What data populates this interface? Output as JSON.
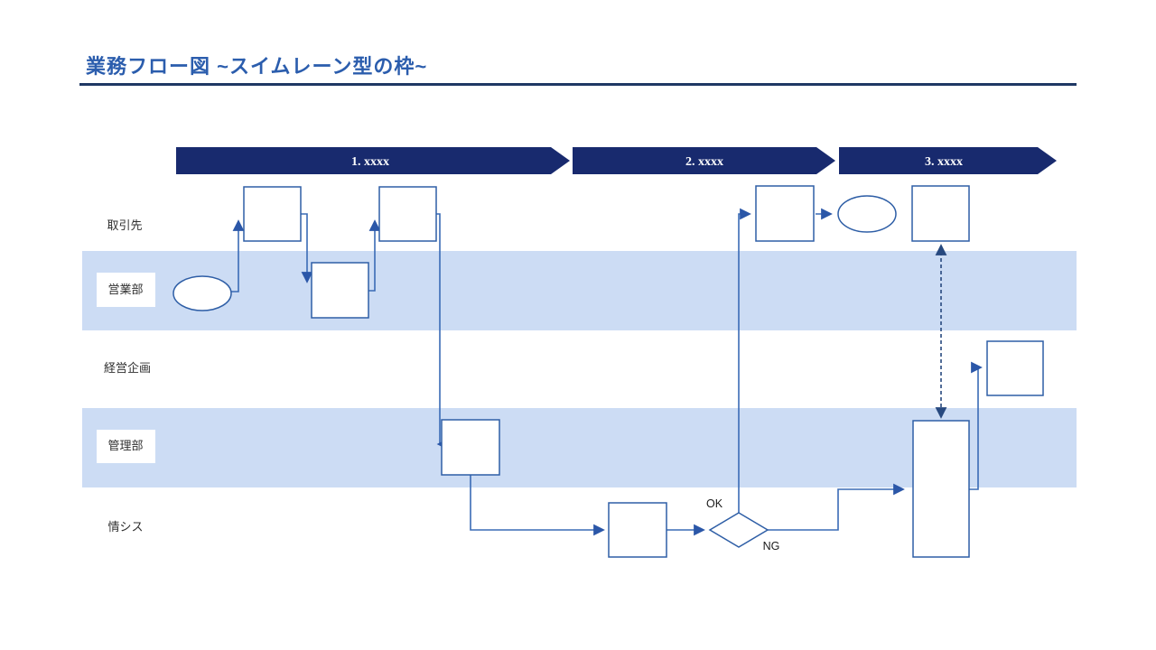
{
  "slide": {
    "title": "業務フロー図 ~スイムレーン型の枠~"
  },
  "phases": [
    {
      "label": "1. xxxx"
    },
    {
      "label": "2. xxxx"
    },
    {
      "label": "3. xxxx"
    }
  ],
  "lanes": [
    {
      "name": "取引先",
      "band": false
    },
    {
      "name": "営業部",
      "band": true
    },
    {
      "name": "経営企画",
      "band": false
    },
    {
      "name": "管理部",
      "band": true
    },
    {
      "name": "情シス",
      "band": false
    }
  ],
  "decision": {
    "ok_label": "OK",
    "ng_label": "NG"
  },
  "colors": {
    "banner_navy": "#182A6E",
    "lane_band": "#CCDCF4",
    "shape_stroke": "#2E5EA6",
    "connector": "#3A6BB5",
    "dashed_connector": "#27497F",
    "arrowhead": "#2B57A8",
    "title_text": "#2B5DAD",
    "title_rule": "#1F3864",
    "lane_text": "#2F2F2F"
  }
}
